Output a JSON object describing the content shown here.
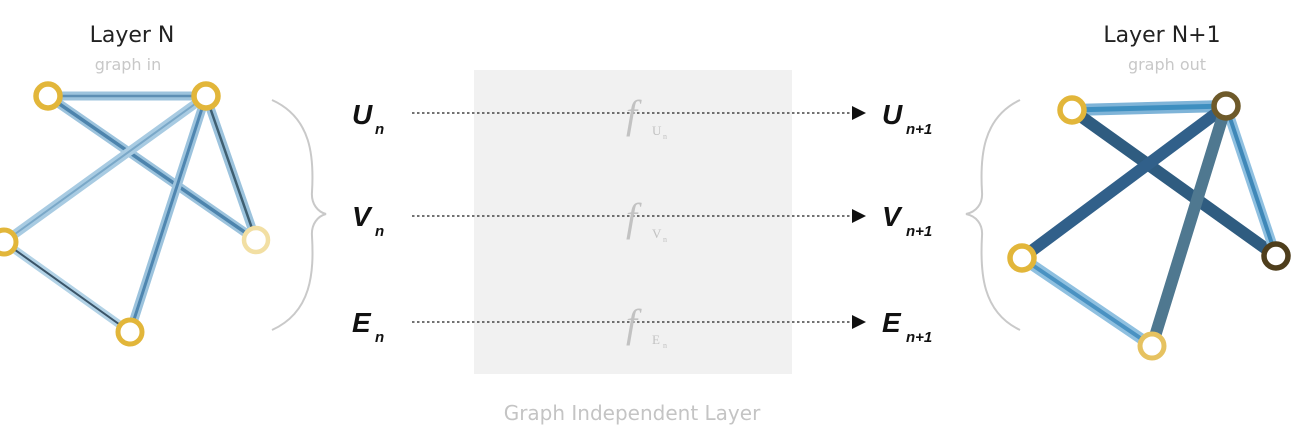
{
  "input_graph": {
    "title": "Layer N",
    "subtitle": "graph in"
  },
  "output_graph": {
    "title": "Layer N+1",
    "subtitle": "graph out"
  },
  "block": {
    "label": "Graph Independent Layer",
    "color": "#f1f1f1"
  },
  "rows": [
    {
      "in_symbol": "U",
      "in_sub": "n",
      "fn_symbol": "f",
      "fn_sub": "U",
      "fn_sub2": "n",
      "out_symbol": "U",
      "out_sub": "n+1"
    },
    {
      "in_symbol": "V",
      "in_sub": "n",
      "fn_symbol": "f",
      "fn_sub": "V",
      "fn_sub2": "n",
      "out_symbol": "V",
      "out_sub": "n+1"
    },
    {
      "in_symbol": "E",
      "in_sub": "n",
      "fn_symbol": "f",
      "fn_sub": "E",
      "fn_sub2": "n",
      "out_symbol": "E",
      "out_sub": "n+1"
    }
  ],
  "colors": {
    "node": "#e2b63a",
    "node_dark": "#6e5a2a",
    "edge_light": "#9cc3dd",
    "edge_core": "#5d8fb4",
    "edge_dark": "#2f5c80",
    "edge_mid": "#4f7890"
  }
}
